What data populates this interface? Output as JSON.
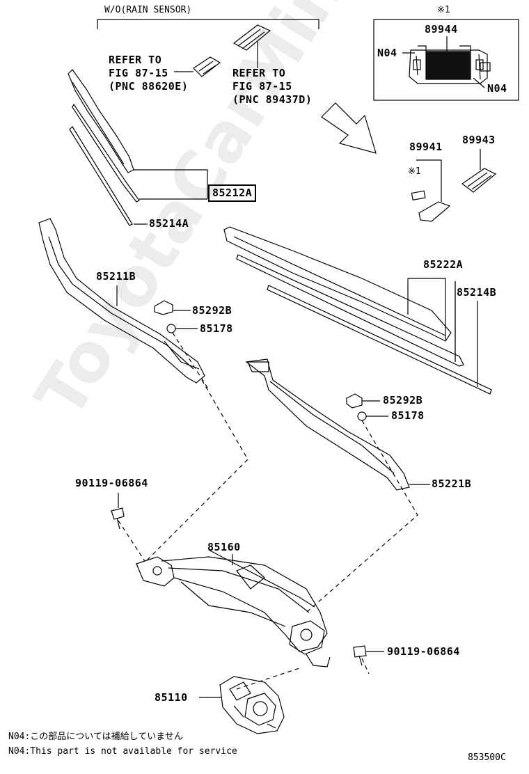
{
  "header": {
    "wo_rain_sensor": "W/O(RAIN SENSOR)",
    "ref_mark": "※1"
  },
  "inset": {
    "part_89944": "89944",
    "n04_left": "N04",
    "n04_right": "N04"
  },
  "refs": {
    "ref1": {
      "line1": "REFER TO",
      "line2": "FIG 87-15",
      "line3": "(PNC 88620E)"
    },
    "ref2": {
      "line1": "REFER TO",
      "line2": "FIG 87-15",
      "line3": "(PNC 89437D)"
    }
  },
  "parts": {
    "p89941": "89941",
    "p89943": "89943",
    "mark1": "※1",
    "p85212A": "85212A",
    "p85214A": "85214A",
    "p85211B": "85211B",
    "p85292B_1": "85292B",
    "p85178_1": "85178",
    "p85222A": "85222A",
    "p85214B": "85214B",
    "p85292B_2": "85292B",
    "p85178_2": "85178",
    "p85221B": "85221B",
    "p90119_1": "90119-06864",
    "p85160": "85160",
    "p90119_2": "90119-06864",
    "p85110": "85110"
  },
  "notes": {
    "jp": "N04:この部品については補給していません",
    "en": "N04:This part is not available for service"
  },
  "figure_code": "853500C",
  "watermark": "ToyotaCarMine.ru"
}
